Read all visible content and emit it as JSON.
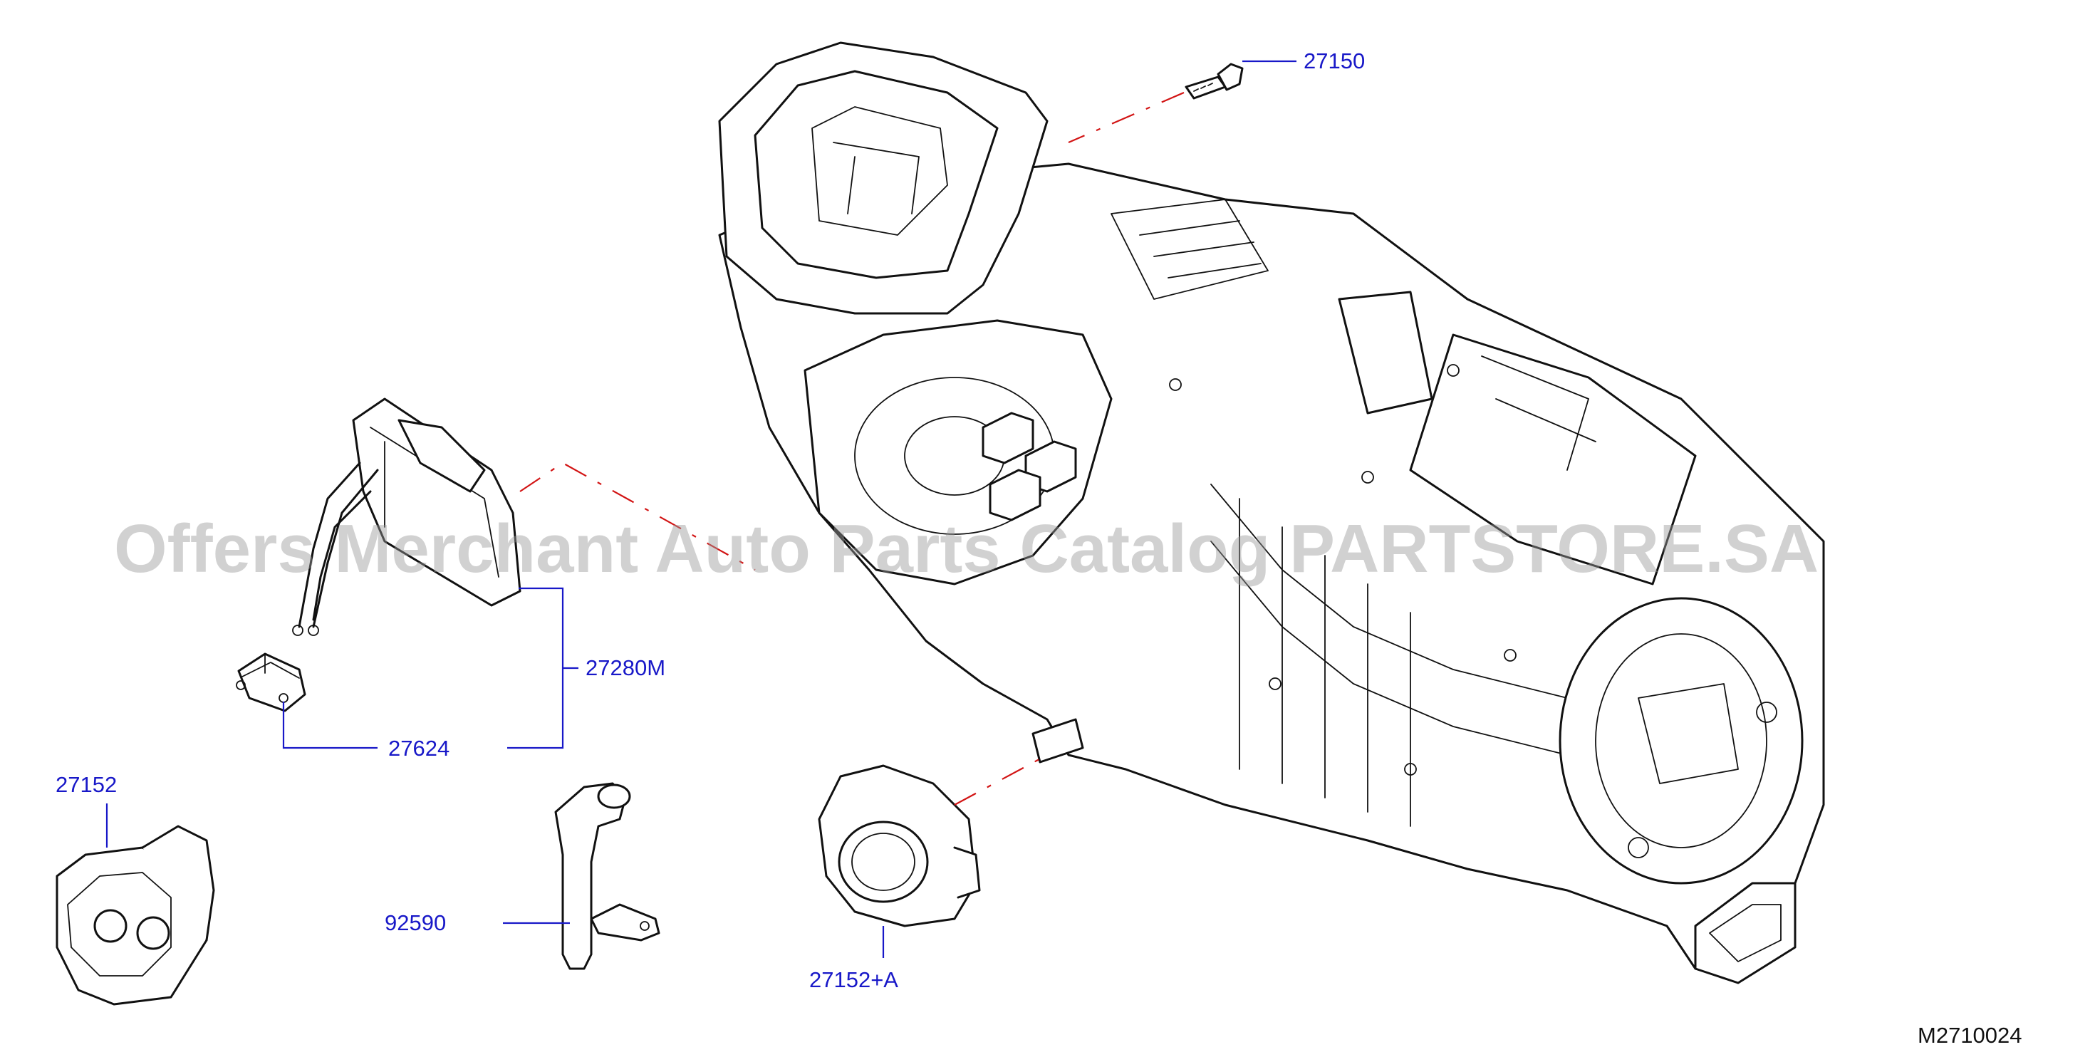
{
  "watermark": "Offers Merchant Auto Parts Catalog PARTSTORE.SA",
  "diagram_code": "M2710024",
  "callouts": [
    {
      "id": "27150",
      "text": "27150"
    },
    {
      "id": "27280M",
      "text": "27280M"
    },
    {
      "id": "27624",
      "text": "27624"
    },
    {
      "id": "27152",
      "text": "27152"
    },
    {
      "id": "92590",
      "text": "92590"
    },
    {
      "id": "27152A",
      "text": "27152+A"
    }
  ],
  "colors": {
    "callout": "#1818c8",
    "leader": "#1818c8",
    "centerline": "#d21414",
    "drawing": "#111111",
    "watermark": "#9a9a9a"
  }
}
